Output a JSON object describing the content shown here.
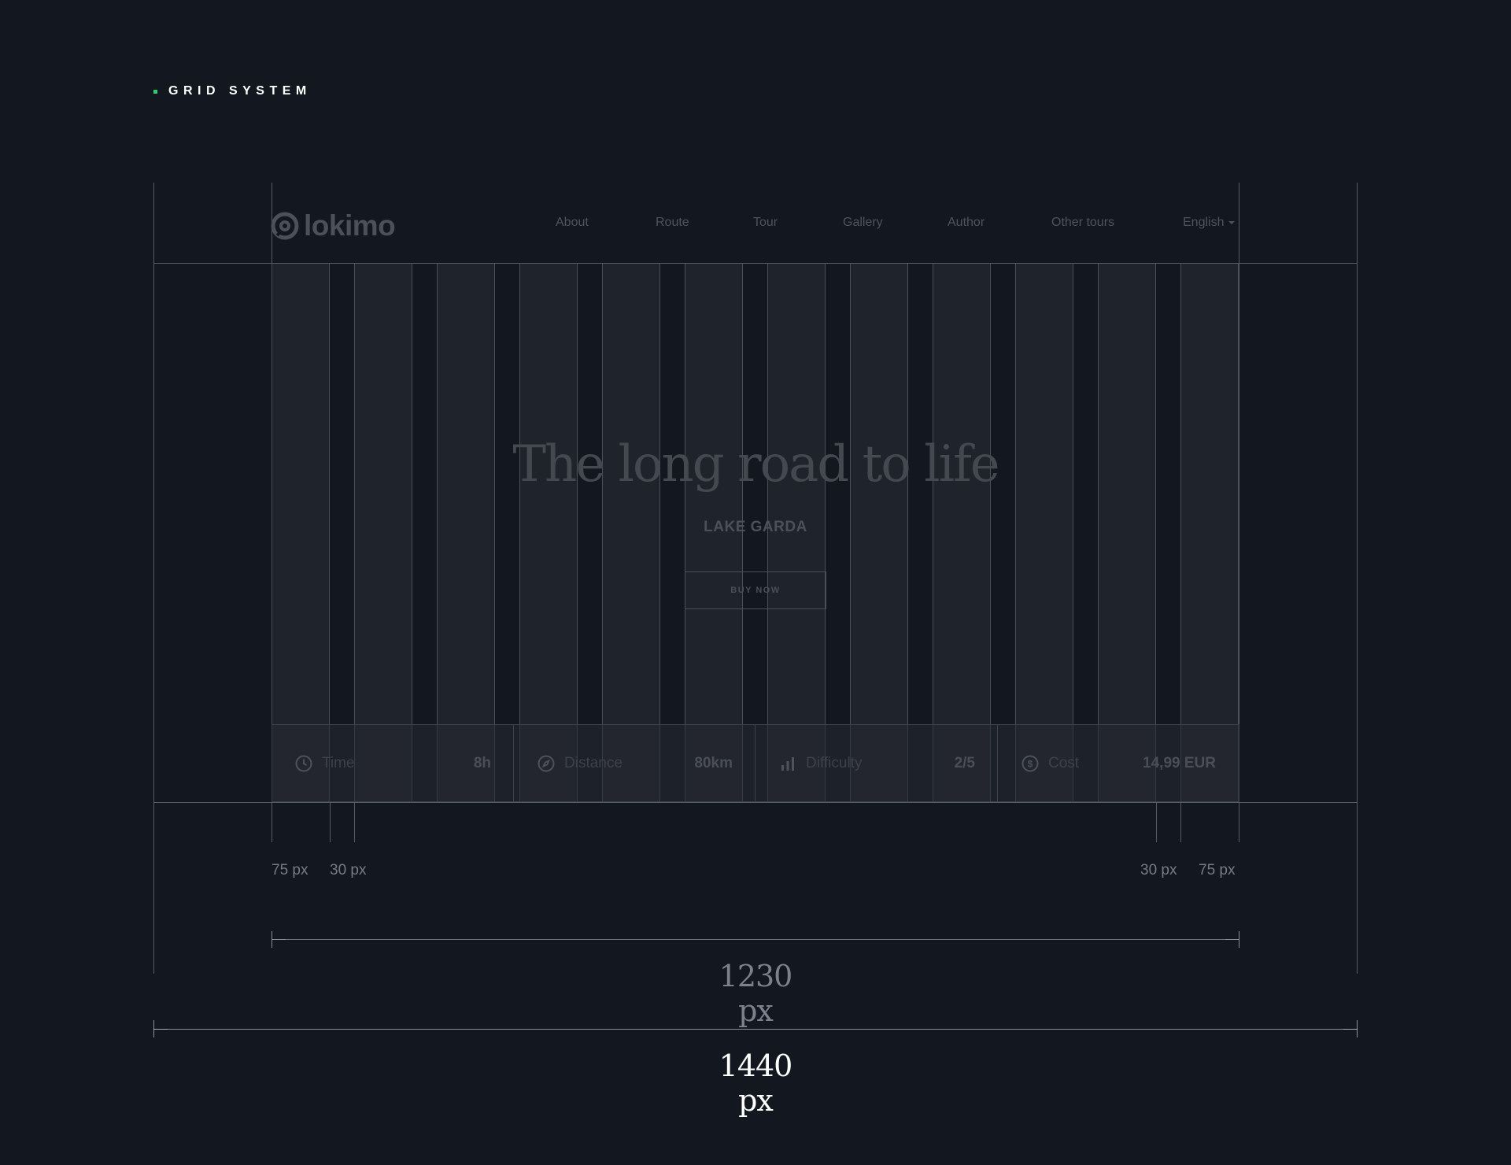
{
  "section": {
    "title": "GRID SYSTEM",
    "accent": "#2ecc71"
  },
  "nav": {
    "logo_text": "lokimo",
    "items": [
      "About",
      "Route",
      "Tour",
      "Gallery",
      "Author",
      "Other tours"
    ],
    "language": "English"
  },
  "hero": {
    "title": "The long road to life",
    "subtitle": "LAKE GARDA",
    "cta": "BUY NOW"
  },
  "stats": [
    {
      "icon": "clock-icon",
      "label": "Time",
      "value": "8h"
    },
    {
      "icon": "compass-icon",
      "label": "Distance",
      "value": "80km"
    },
    {
      "icon": "bar-chart-icon",
      "label": "Difficulty",
      "value": "2/5"
    },
    {
      "icon": "dollar-icon",
      "label": "Cost",
      "value": "14,99 EUR"
    }
  ],
  "measures": {
    "margin_left": "75 px",
    "gutter_left": "30 px",
    "gutter_right": "30 px",
    "margin_right": "75 px",
    "content_width": "1230 px",
    "page_width": "1440 px"
  }
}
